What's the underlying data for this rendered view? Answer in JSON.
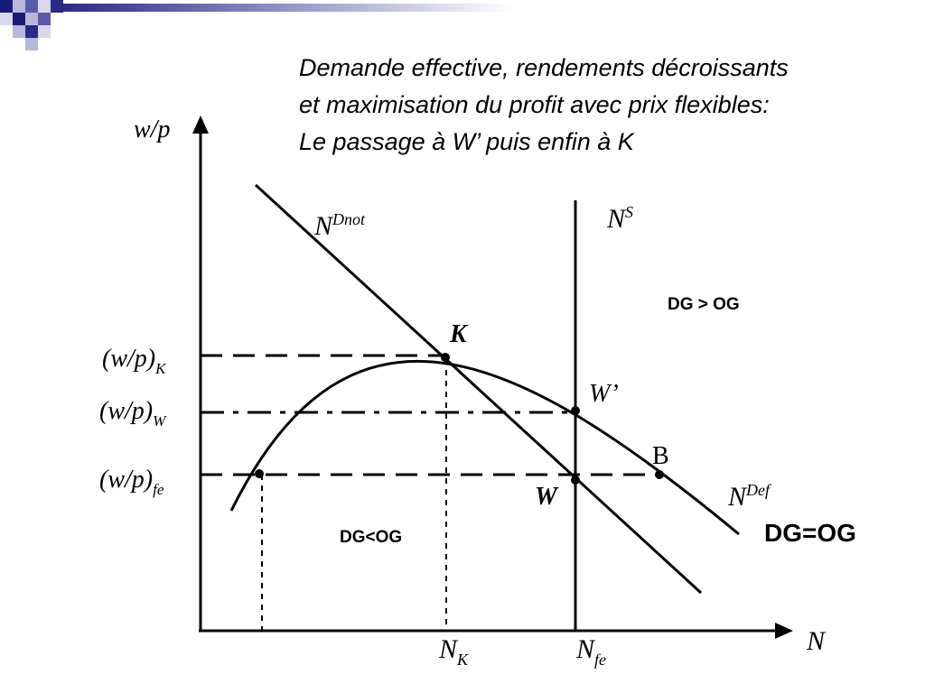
{
  "slide": {
    "title_lines": [
      "Demande effective, rendements décroissants",
      "et maximisation du profit avec prix flexibles:",
      "Le passage à W’ puis enfin à K"
    ]
  },
  "axes": {
    "y_label": "w/p",
    "x_label": "N"
  },
  "curves": {
    "n_dnot": {
      "base": "N",
      "sup": "Dnot"
    },
    "n_s": {
      "base": "N",
      "sup": "S"
    },
    "n_def": {
      "base": "N",
      "sup": "Def"
    }
  },
  "points": {
    "k": "K",
    "w_prime": "W’",
    "b": "B",
    "w": "W"
  },
  "y_ticks": {
    "wp_k": {
      "text": "(w/p)",
      "sub": "K"
    },
    "wp_w": {
      "text": "(w/p)",
      "sub": "W"
    },
    "wp_fe": {
      "text": "(w/p)",
      "sub": "fe"
    }
  },
  "x_ticks": {
    "n_k": {
      "base": "N",
      "sub": "K"
    },
    "n_fe": {
      "base": "N",
      "sub": "fe"
    }
  },
  "regions": {
    "dg_gt_og": "DG > OG",
    "dg_lt_og": "DG<OG",
    "dg_eq_og": "DG=OG"
  },
  "colors": {
    "ink": "#000000",
    "deco_dark": "#1a1a7a",
    "deco_mid": "#5a5aa8",
    "deco_light": "#b8b8d8"
  }
}
